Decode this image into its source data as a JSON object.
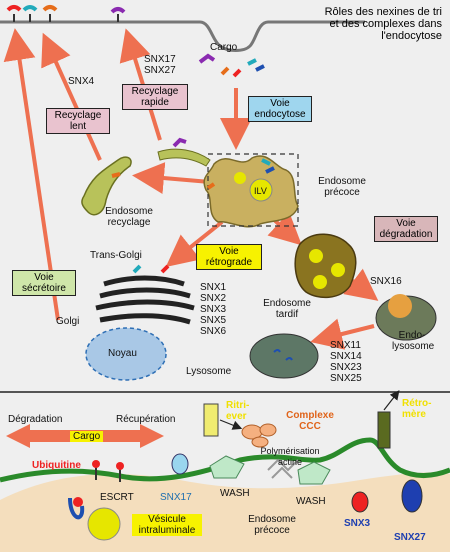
{
  "title": "Rôles des nexines de tri et des complexes dans l'endocytose",
  "top": {
    "cargo": "Cargo",
    "snx4": "SNX4",
    "snx17_27": [
      "SNX17",
      "SNX27"
    ],
    "recyclage_rapide": "Recyclage rapide",
    "recyclage_lent": "Recyclage lent",
    "voie_endocytose": "Voie endocytose",
    "endosome_precoce": "Endosome précoce",
    "ilv": "ILV",
    "endosome_recyclage": "Endosome recyclage",
    "trans_golgi": "Trans-Golgi",
    "voie_retrograde": "Voie rétrograde",
    "voie_degradation": "Voie dégradation",
    "voie_secretoire": "Voie sécrétoire",
    "golgi": "Golgi",
    "noyau": "Noyau",
    "snx_retro": [
      "SNX1",
      "SNX2",
      "SNX3",
      "SNX5",
      "SNX6"
    ],
    "endosome_tardif": "Endosome tardif",
    "snx16": "SNX16",
    "endo_lysosome": "Endo-lysosome",
    "lysosome": "Lysosome",
    "snx_lyso": [
      "SNX11",
      "SNX14",
      "SNX23",
      "SNX25"
    ]
  },
  "bottom": {
    "degradation": "Dégradation",
    "recuperation": "Récupération",
    "cargo": "Cargo",
    "retriever": "Ritri-ever",
    "complexe_ccc": "Complexe CCC",
    "retromere": "Rétro-mère",
    "polymerisation": "Polymérisation actine",
    "ubiquitine": "Ubiquitine",
    "escrt": "ESCRT",
    "snx17": "SNX17",
    "wash1": "WASH",
    "wash2": "WASH",
    "vesicule": "Vésicule intraluminale",
    "endosome_precoce": "Endosome précoce",
    "snx3": "SNX3",
    "snx27": "SNX27"
  }
}
